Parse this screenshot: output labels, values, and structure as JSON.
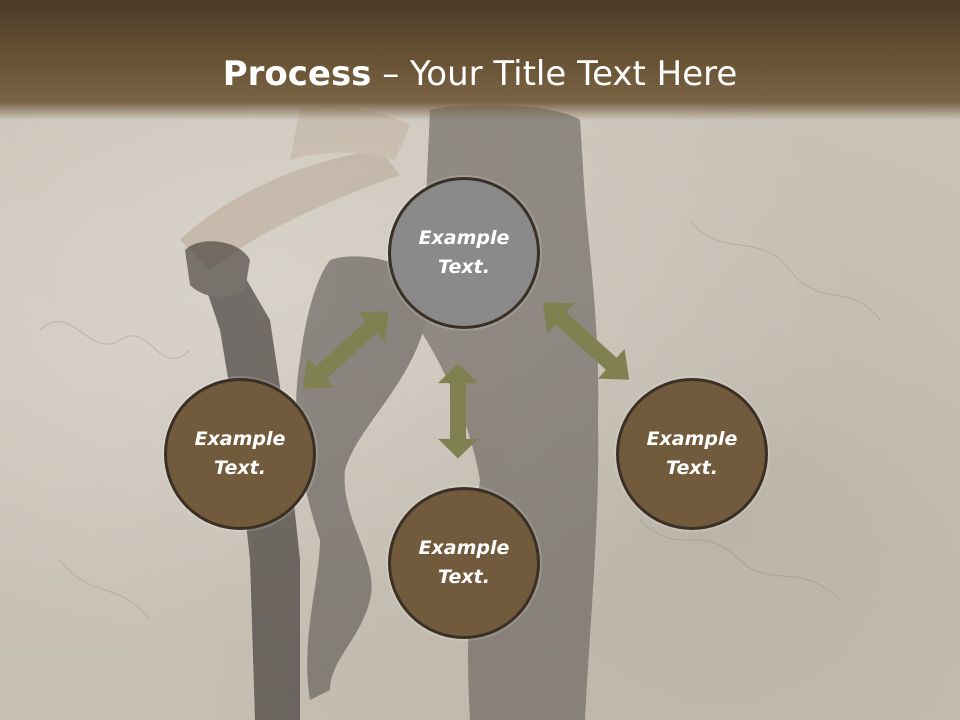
{
  "slide": {
    "title_bold": "Process",
    "title_rest": " – Your Title Text Here"
  },
  "diagram": {
    "nodes": [
      {
        "id": "top",
        "text": "Example Text.",
        "color": "#8a8a8a"
      },
      {
        "id": "left",
        "text": "Example Text.",
        "color": "#725a3d"
      },
      {
        "id": "right",
        "text": "Example Text.",
        "color": "#725a3d"
      },
      {
        "id": "bottom",
        "text": "Example Text.",
        "color": "#725a3d"
      }
    ],
    "arrow_color": "#7f8151",
    "arrow_style": "double-headed"
  },
  "colors": {
    "title_band": "#6b5536",
    "node_border": "#3a3026"
  }
}
